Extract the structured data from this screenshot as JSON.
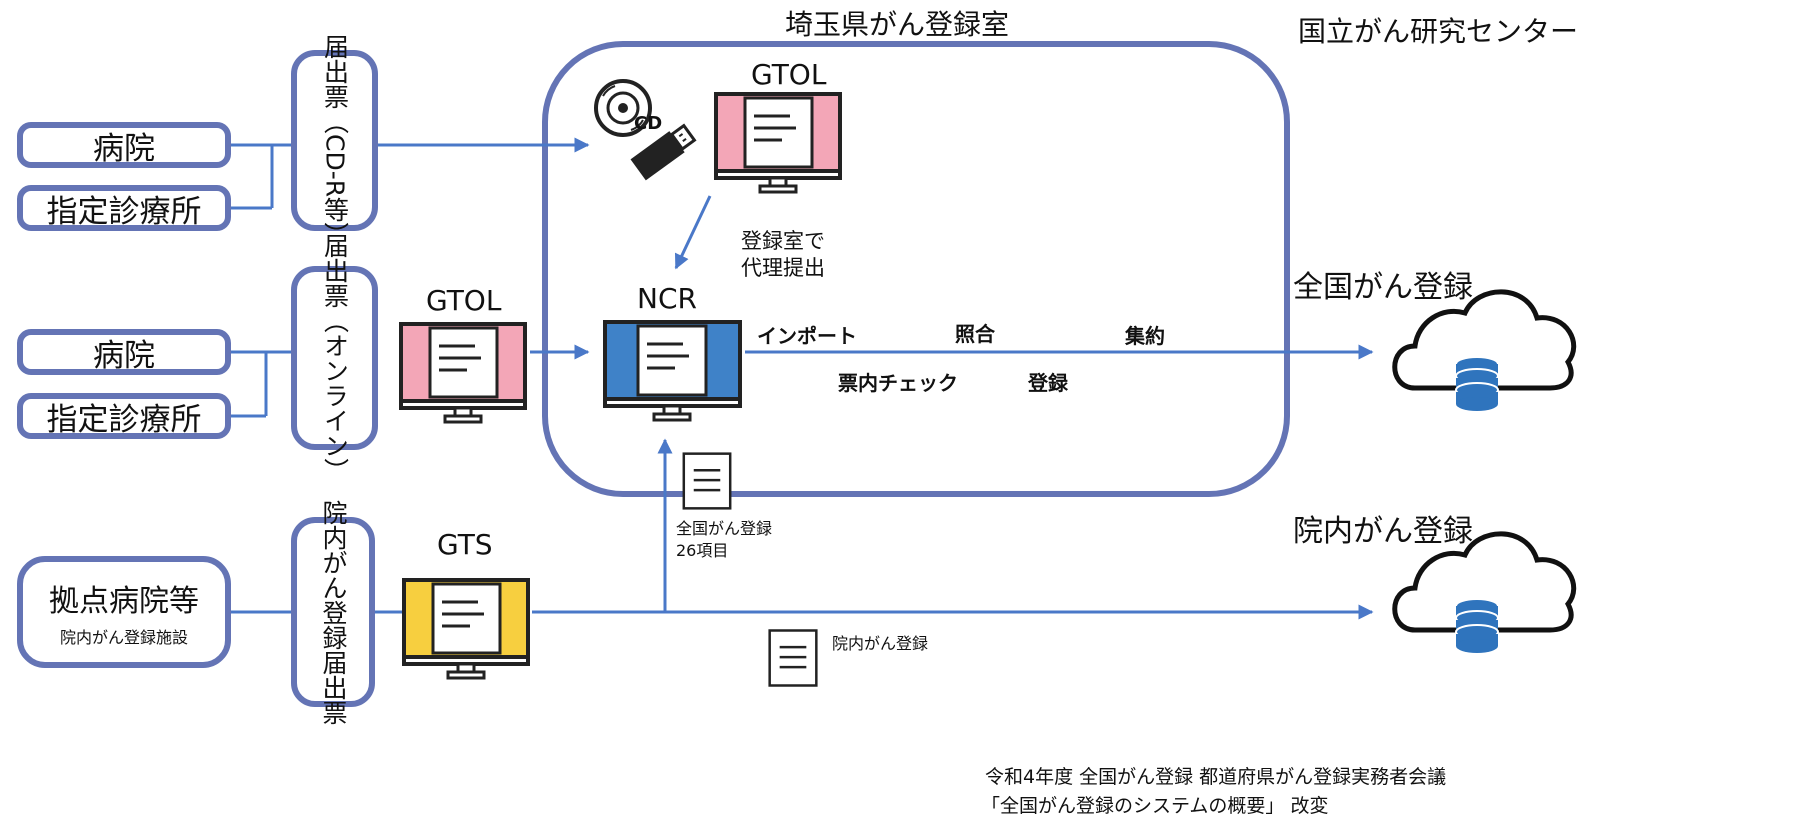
{
  "regions": {
    "saitama": "埼玉県がん登録室",
    "ncc": "国立がん研究センター"
  },
  "sources": {
    "row1": [
      "病院",
      "指定診療所"
    ],
    "row2": [
      "病院",
      "指定診療所"
    ],
    "row3_main": "拠点病院等",
    "row3_sub": "院内がん登録施設"
  },
  "forms": {
    "cd": [
      "届出票",
      "（CD-R等）"
    ],
    "online": [
      "届出票",
      "（オンライン）"
    ],
    "hospital": [
      "院内がん登録",
      "届出票"
    ]
  },
  "media": {
    "cd_label": "CD"
  },
  "systems": {
    "gtol_top": "GTOL",
    "gtol_left": "GTOL",
    "ncr": "NCR",
    "gts": "GTS"
  },
  "proxy_note": [
    "登録室で",
    "代理提出"
  ],
  "steps": [
    "インポート",
    "照合",
    "集約",
    "票内チェック",
    "登録"
  ],
  "destinations": {
    "national": "全国がん登録",
    "hospital": "院内がん登録"
  },
  "docs": {
    "national_items": [
      "全国がん登録",
      "26項目"
    ],
    "hospital_doc": "院内がん登録"
  },
  "source_note": [
    "令和4年度  全国がん登録  都道府県がん登録実務者会議",
    "「全国がん登録のシステムの概要」  改変"
  ],
  "colors": {
    "border": "#6474b5",
    "arrow": "#4a78c8",
    "gtol_pink": "#f3a6b7",
    "ncr_blue": "#3f82c8",
    "gts_yellow": "#f7cf3f",
    "db_blue": "#2f74bd"
  },
  "icons": [
    "cd-disc-icon",
    "usb-stick-icon",
    "monitor-icon",
    "document-icon",
    "cloud-database-icon"
  ]
}
